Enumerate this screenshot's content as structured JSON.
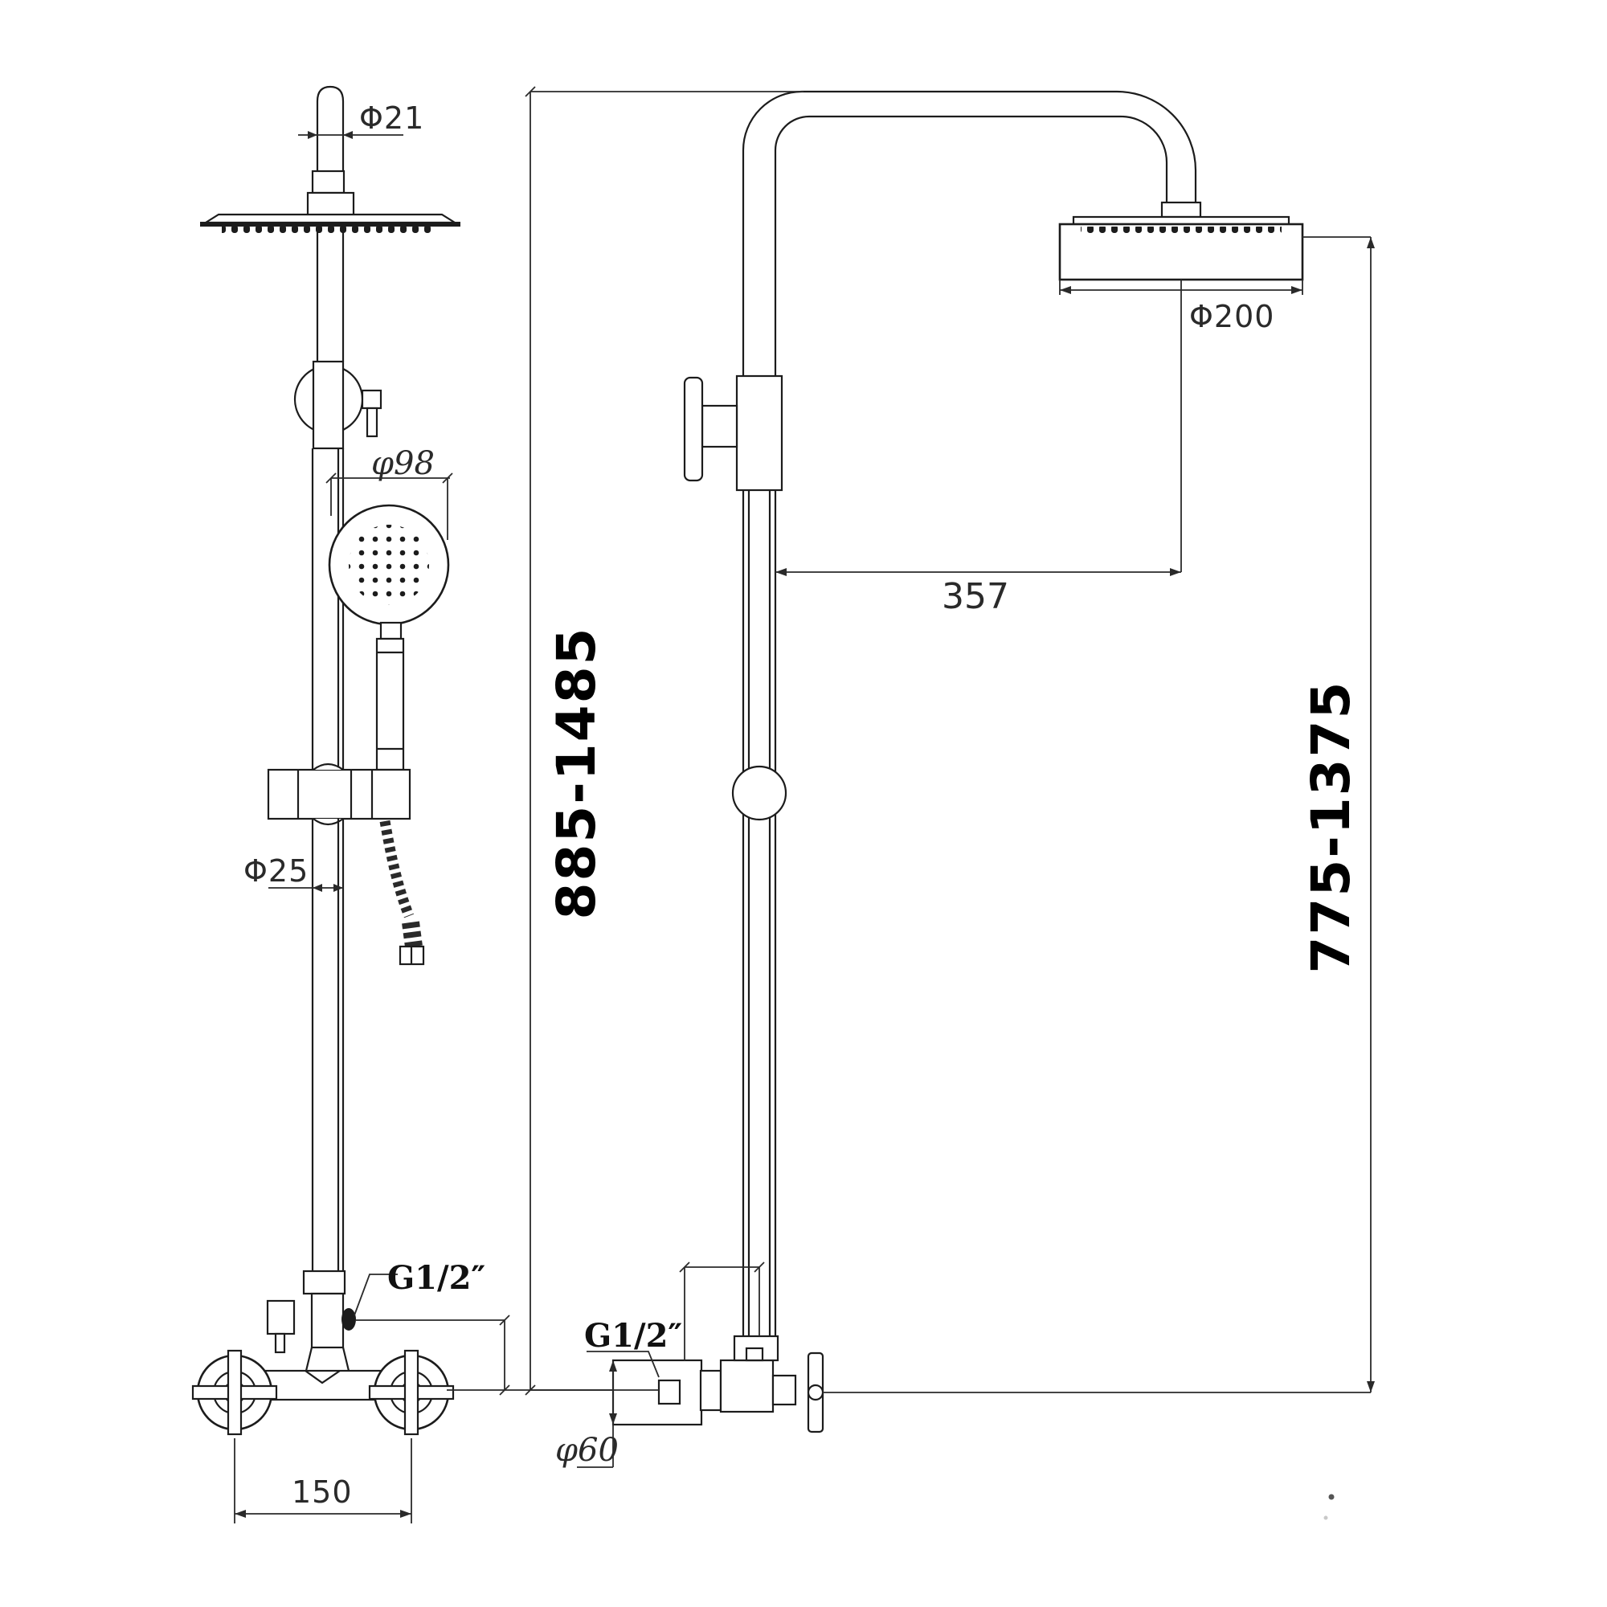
{
  "title": "Shower column technical drawing, two views with dimensions",
  "labels": {
    "top_pipe_diameter": "Φ21",
    "hand_shower_diameter": "φ98",
    "riser_diameter": "Φ25",
    "front_inlet_thread": "G1/2″",
    "handle_spacing": "150",
    "front_height_range": "885-1485",
    "head_diameter": "Φ200",
    "arm_reach": "357",
    "side_height_range": "775-1375",
    "side_inlet_thread": "G1/2″",
    "flange_diameter": "φ60"
  },
  "colors": {
    "line": "#1c1c1c",
    "text": "#2a2a2a",
    "bold_text": "#000000",
    "background": "#ffffff"
  }
}
